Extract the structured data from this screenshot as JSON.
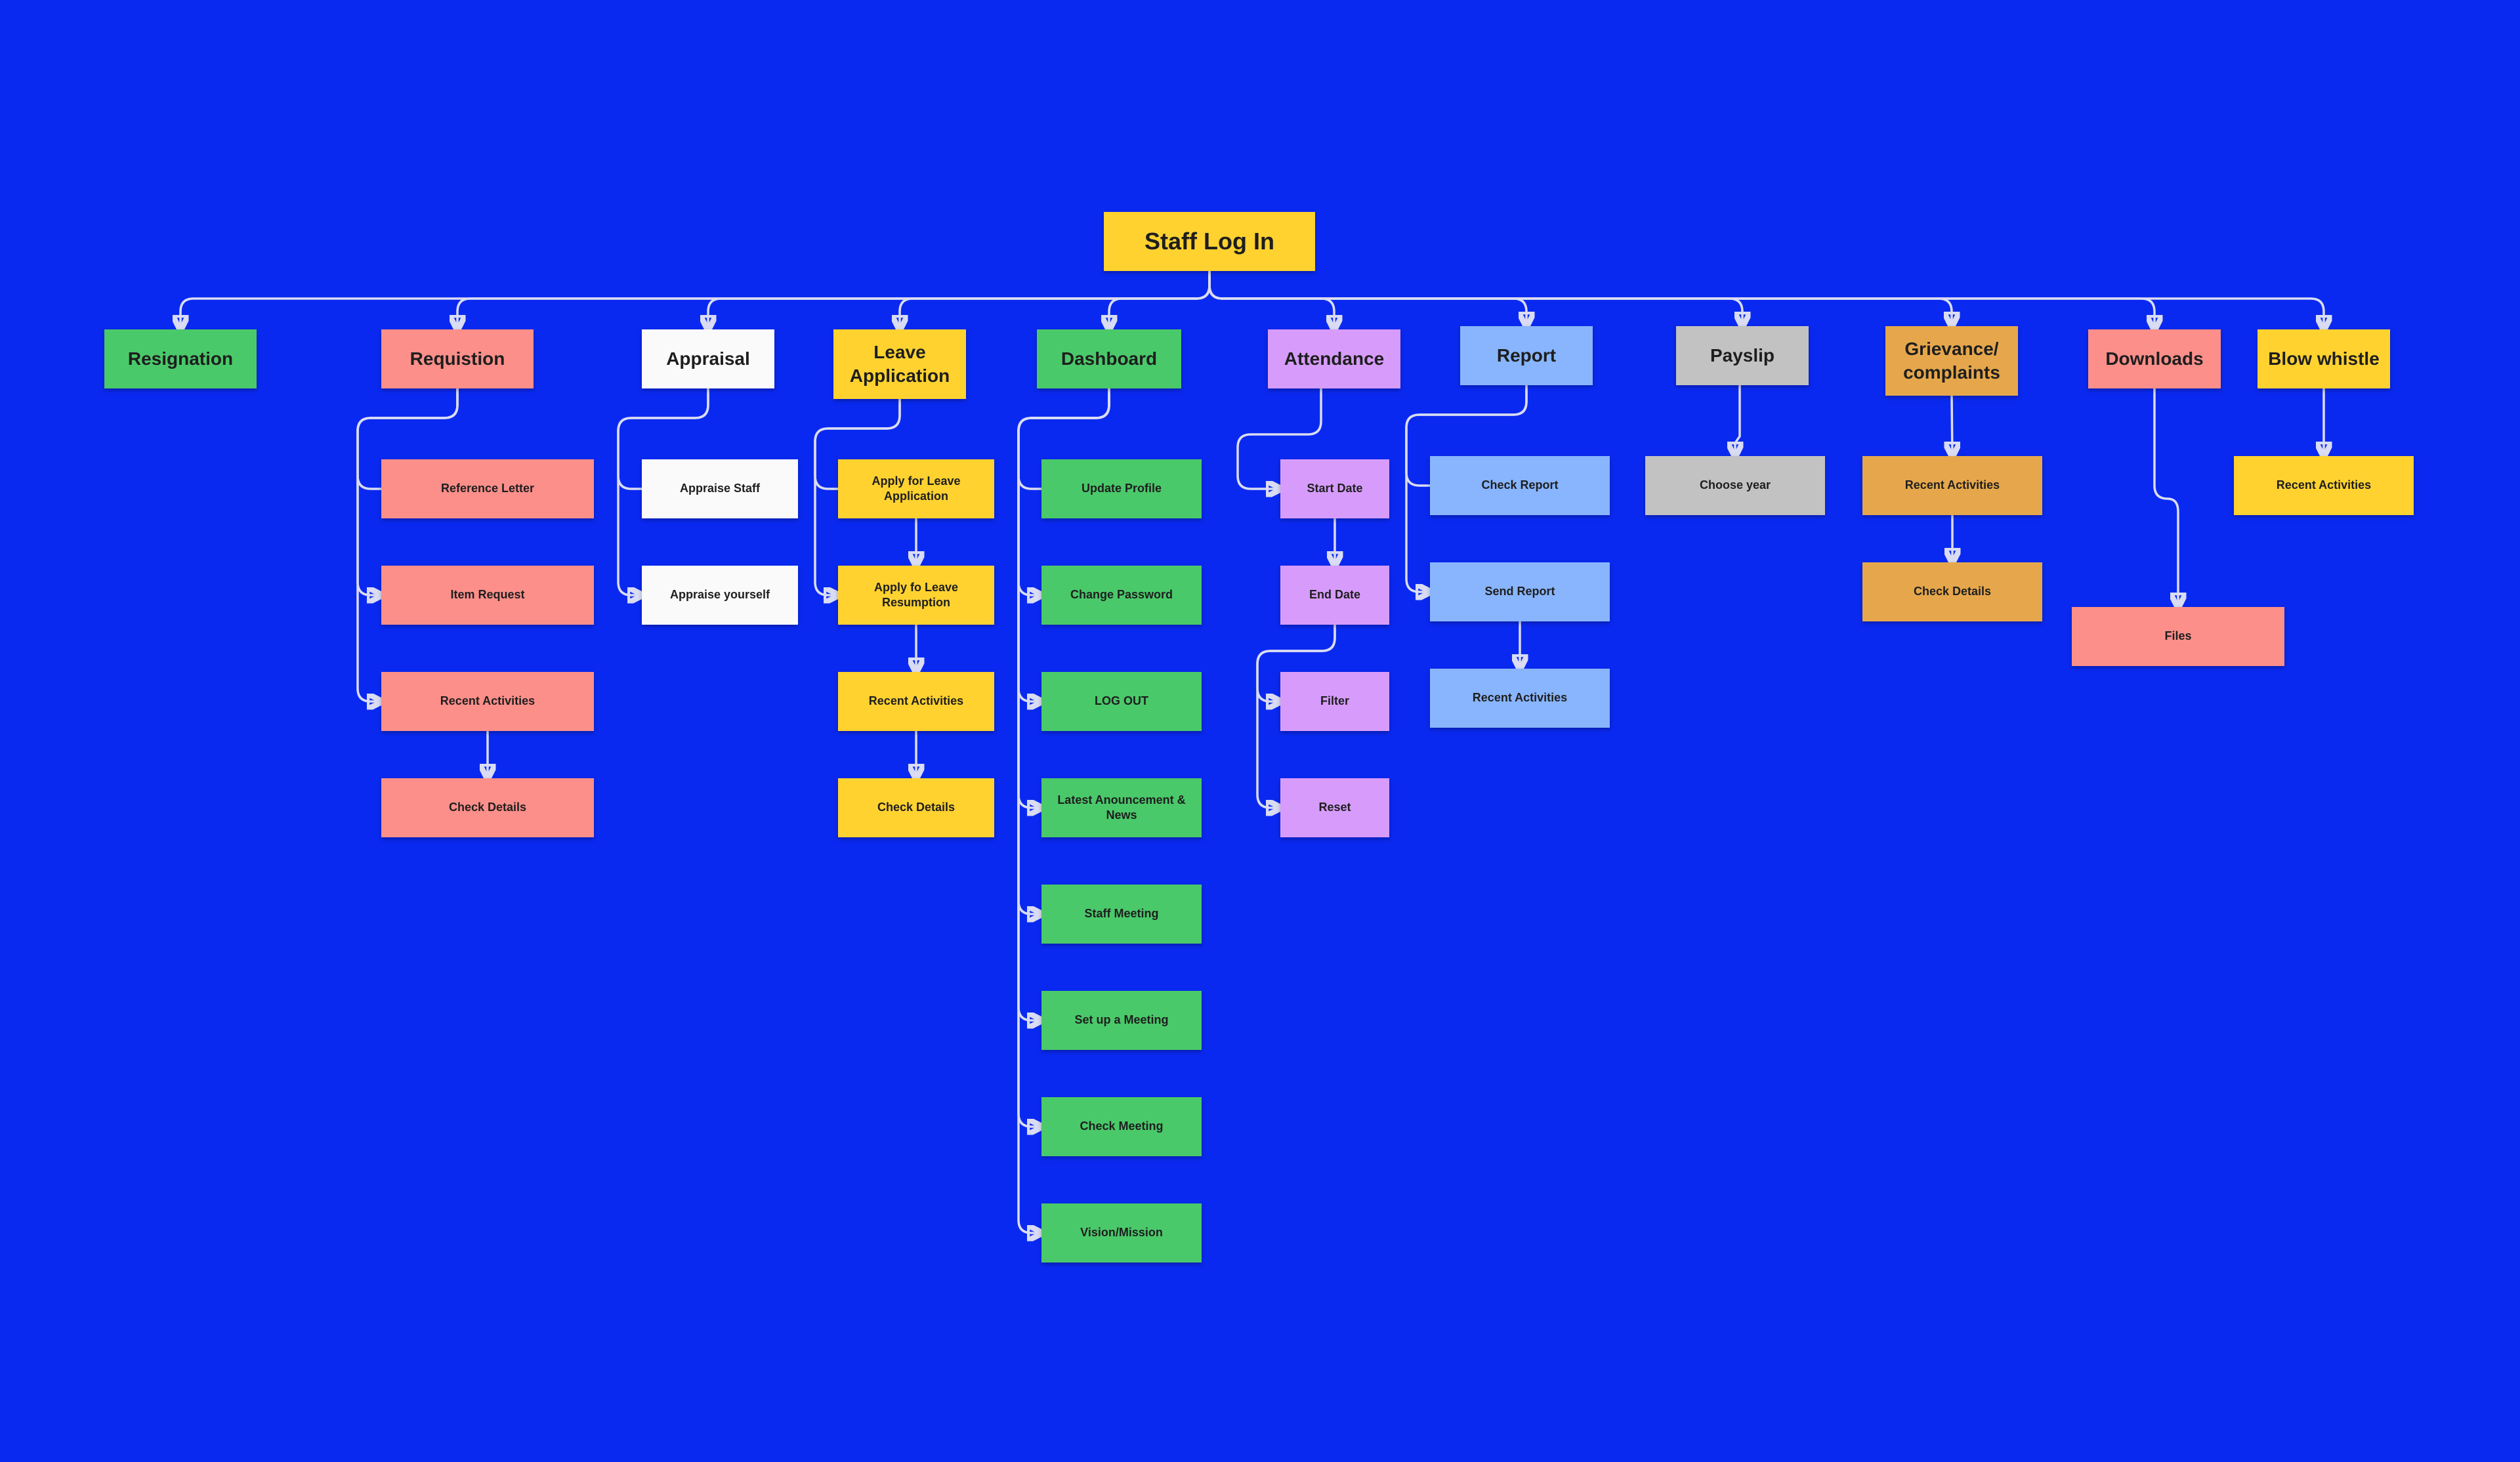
{
  "palette": {
    "green": "#4ac96a",
    "salmon": "#fc8f8a",
    "white": "#fafafa",
    "yellow": "#ffd230",
    "purple": "#d79cfb",
    "lightblue": "#88b5fd",
    "gray": "#c2c2c2",
    "orange": "#e6a74c",
    "wire": "#d9dcf2",
    "background": "#0a29f0"
  },
  "root": {
    "label": "Staff Log In",
    "color": "yellow"
  },
  "branches": [
    {
      "key": "resignation",
      "label": "Resignation",
      "color": "green",
      "children": []
    },
    {
      "key": "requistion",
      "label": "Requistion",
      "color": "salmon",
      "children": [
        "Reference Letter",
        "Item Request",
        "Recent Activities",
        "Check Details"
      ]
    },
    {
      "key": "appraisal",
      "label": "Appraisal",
      "color": "white",
      "children": [
        "Appraise Staff",
        "Appraise yourself"
      ]
    },
    {
      "key": "leave",
      "label": "Leave Application",
      "color": "yellow",
      "children": [
        "Apply for Leave Application",
        "Apply fo Leave Resumption",
        "Recent Activities",
        "Check Details"
      ]
    },
    {
      "key": "dashboard",
      "label": "Dashboard",
      "color": "green",
      "children": [
        "Update Profile",
        "Change Password",
        "LOG OUT",
        "Latest Anouncement & News",
        "Staff Meeting",
        "Set up a Meeting",
        "Check Meeting",
        "Vision/Mission"
      ]
    },
    {
      "key": "attendance",
      "label": "Attendance",
      "color": "purple",
      "children": [
        "Start Date",
        "End Date",
        "Filter",
        "Reset"
      ]
    },
    {
      "key": "report",
      "label": "Report",
      "color": "lightblue",
      "children": [
        "Check Report",
        "Send Report",
        "Recent Activities"
      ]
    },
    {
      "key": "payslip",
      "label": "Payslip",
      "color": "gray",
      "children": [
        "Choose year"
      ]
    },
    {
      "key": "grievance",
      "label": "Grievance/ complaints",
      "color": "orange",
      "children": [
        "Recent Activities",
        "Check Details"
      ]
    },
    {
      "key": "downloads",
      "label": "Downloads",
      "color": "salmon",
      "children": [
        "Files"
      ]
    },
    {
      "key": "whistle",
      "label": "Blow whistle",
      "color": "yellow",
      "children": [
        "Recent Activities"
      ]
    }
  ]
}
